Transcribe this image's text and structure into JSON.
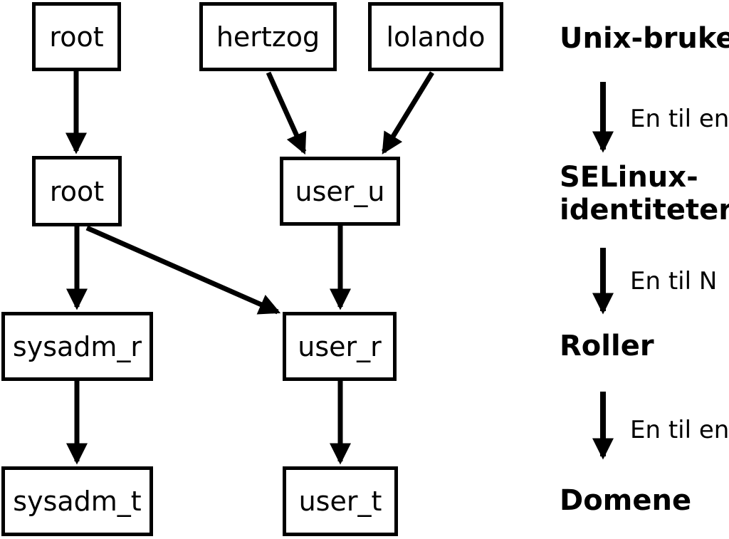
{
  "nodes": {
    "root_unix": "root",
    "hertzog": "hertzog",
    "lolando": "lolando",
    "root_selinux": "root",
    "user_u": "user_u",
    "sysadm_r": "sysadm_r",
    "user_r": "user_r",
    "sysadm_t": "sysadm_t",
    "user_t": "user_t"
  },
  "legend": {
    "unix_users_label": "Unix-brukere",
    "mapping1": "En til en",
    "selinux_label_line1": "SELinux-",
    "selinux_label_line2": "identiteter",
    "mapping2": "En til N",
    "roles_label": "Roller",
    "mapping3": "En til en",
    "domains_label": "Domene"
  },
  "colors": {
    "foreground": "#000000",
    "background": "#ffffff"
  }
}
